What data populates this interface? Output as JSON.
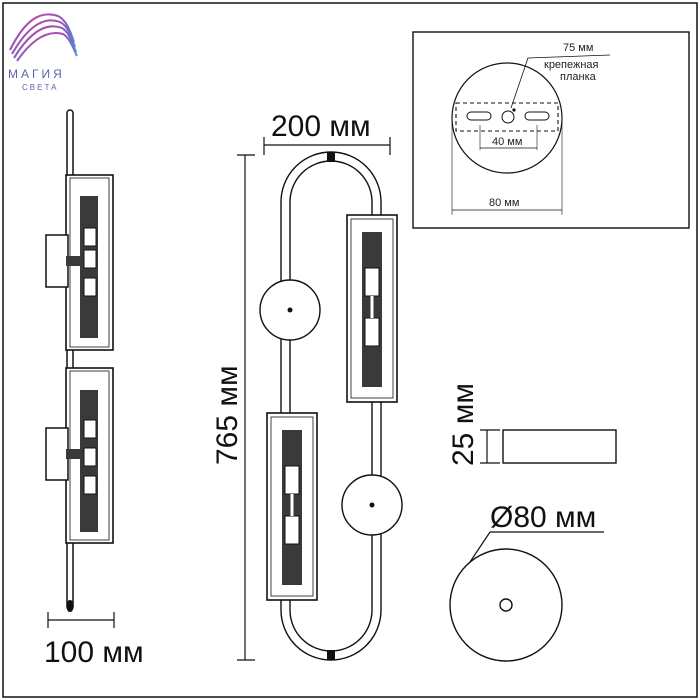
{
  "brand": {
    "name": "МАГИЯ",
    "tagline": "СВЕТА"
  },
  "dimensions": {
    "side_depth": "100 мм",
    "front_width": "200 мм",
    "front_height": "765 мм",
    "base_height": "25 мм",
    "base_diameter": "Ø80 мм"
  },
  "mounting_inset": {
    "plate_length": "75 мм",
    "plate_label_line1": "крепежная",
    "plate_label_line2": "планка",
    "hole_spacing": "40 мм",
    "canopy_diameter": "80 мм"
  },
  "colors": {
    "line": "#111111",
    "glass": "#3a3a3a",
    "logo_accent": "#5b63b0"
  }
}
